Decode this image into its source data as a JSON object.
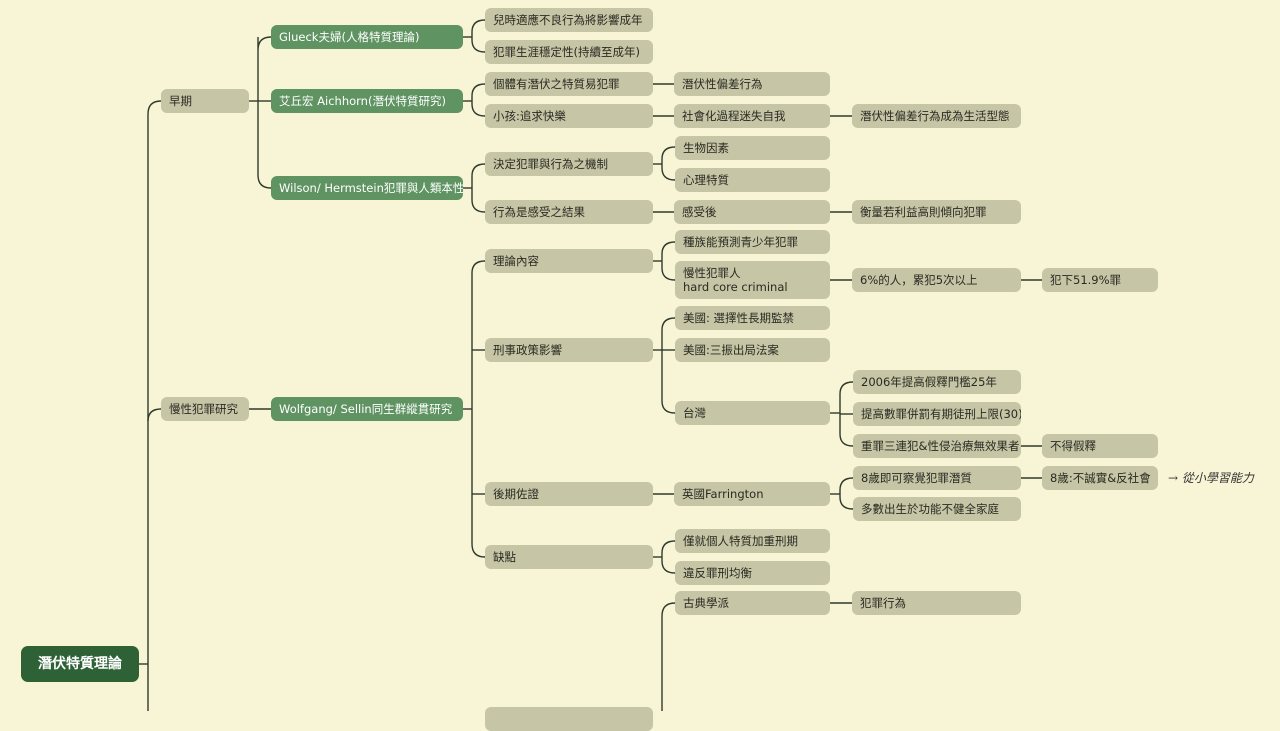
{
  "root": "潛伏特質理論",
  "branches": {
    "early": "早期",
    "chronic": "慢性犯罪研究"
  },
  "theories": {
    "glueck": "Glueck夫婦(人格特質理論)",
    "aichhorn": "艾丘宏 Aichhorn(潛伏特質研究)",
    "wilson": "Wilson/ Hermstein犯罪與人類本性",
    "wolfgang": "Wolfgang/ Sellin同生群縱貫研究"
  },
  "glueck_items": [
    "兒時適應不良行為將影響成年",
    "犯罪生涯穩定性(持續至成年)"
  ],
  "aichhorn_items": {
    "a1": "個體有潛伏之特質易犯罪",
    "a1_1": "潛伏性偏差行為",
    "a2": "小孩:追求快樂",
    "a2_1": "社會化過程迷失自我",
    "a2_2": "潛伏性偏差行為成為生活型態"
  },
  "wilson_items": {
    "w1": "決定犯罪與行為之機制",
    "w1_1": "生物因素",
    "w1_2": "心理特質",
    "w2": "行為是感受之結果",
    "w2_1": "感受後",
    "w2_2": "衡量若利益高則傾向犯罪"
  },
  "wolfgang_items": {
    "theory": "理論內容",
    "theory_1": "種族能預測青少年犯罪",
    "theory_2_line1": "慢性犯罪人",
    "theory_2_line2": "hard core criminal",
    "theory_2_1": "6%的人，累犯5次以上",
    "theory_2_2": "犯下51.9%罪",
    "policy": "刑事政策影響",
    "policy_1": "美國: 選擇性長期監禁",
    "policy_2": "美國:三振出局法案",
    "policy_3": "台灣",
    "policy_3_1": "2006年提高假釋門檻25年",
    "policy_3_2": "提高數罪併罰有期徒刑上限(30)",
    "policy_3_3": "重罪三連犯&性侵治療無效果者",
    "policy_3_3_1": "不得假釋",
    "later": "後期佐證",
    "later_1": "英國Farrington",
    "later_1_1": "8歲即可察覺犯罪潛質",
    "later_1_1_1": "8歲:不誠實&反社會",
    "later_1_2": "多數出生於功能不健全家庭",
    "flaw": "缺點",
    "flaw_1": "僅就個人特質加重刑期",
    "flaw_2": "違反罪刑均衡"
  },
  "classical": {
    "label": "古典學派",
    "child": "犯罪行為"
  },
  "annotation": "→ 從小學習能力"
}
